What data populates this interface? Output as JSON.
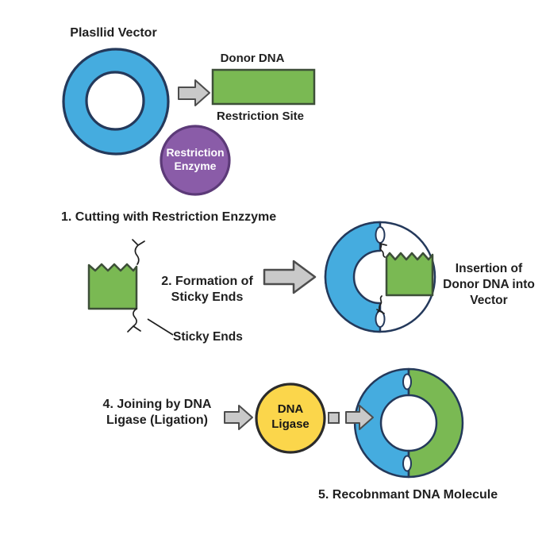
{
  "figure": {
    "labels": {
      "plasmid_vector": "Plasllid Vector",
      "donor_dna": "Donor DNA",
      "restriction_site": "Restriction Site",
      "restriction_enzyme": "Restriction\nEnzyme",
      "step1_caption": "1. Cutting with Restriction Enzzyme",
      "step2_caption": "2. Formation of\nSticky Ends",
      "sticky_ends": "Sticky Ends",
      "insertion_caption": "Insertion of\nDonor DNA into\nVector",
      "step4_caption": "4. Joining by DNA\nLigase (Ligation)",
      "dna_ligase": "DNA\nLigase",
      "step5_caption": "5. Recobnmant DNA Molecule"
    },
    "colors": {
      "plasmid_blue": "#45ACDF",
      "donor_green": "#7AB953",
      "enzyme_purple": "#8A5CA8",
      "ligase_yellow": "#FBD64B",
      "arrow_gray": "#C9C9C9",
      "outline_navy": "#24395B",
      "outline_green": "#3D4F38",
      "outline_gray": "#4D4D4D",
      "outline_purple": "#5C3A78",
      "outline_black": "#2B2B2B",
      "text": "#1F1F1F"
    }
  }
}
